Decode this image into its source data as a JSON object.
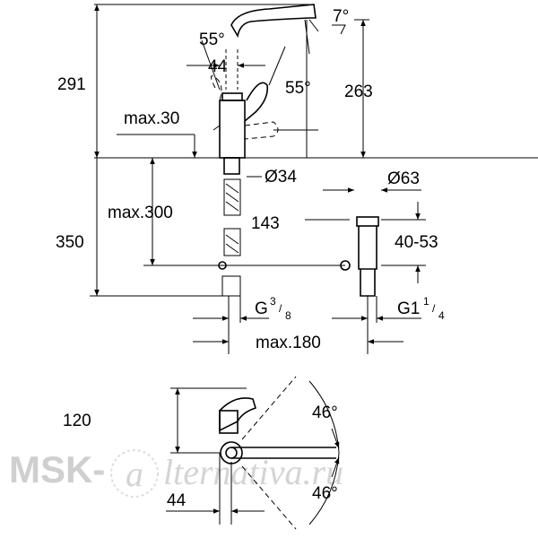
{
  "drawing": {
    "top_view": {
      "angle_spout": "7°",
      "angle_lever_left": "55°",
      "angle_lever_right": "55°",
      "lever_offset": "44",
      "total_height": "291",
      "spout_height": "263",
      "max_deck_thickness": "max.30",
      "hole_diameter": "Ø34",
      "waste_diameter": "Ø63",
      "max_rod_length": "max.300",
      "rod_offset": "143",
      "below_deck": "350",
      "waste_range": "40-53",
      "connection_thread": "G",
      "connection_thread_frac_num": "3",
      "connection_thread_frac_den": "8",
      "waste_thread": "G1",
      "waste_thread_frac_num": "1",
      "waste_thread_frac_den": "4",
      "max_waste_distance": "max.180"
    },
    "plan_view": {
      "depth": "120",
      "angle_top": "46°",
      "angle_bottom": "46°",
      "offset": "44"
    }
  },
  "watermark": {
    "prefix": "MSK-",
    "at": "a",
    "suffix": "lternativa.ru"
  }
}
